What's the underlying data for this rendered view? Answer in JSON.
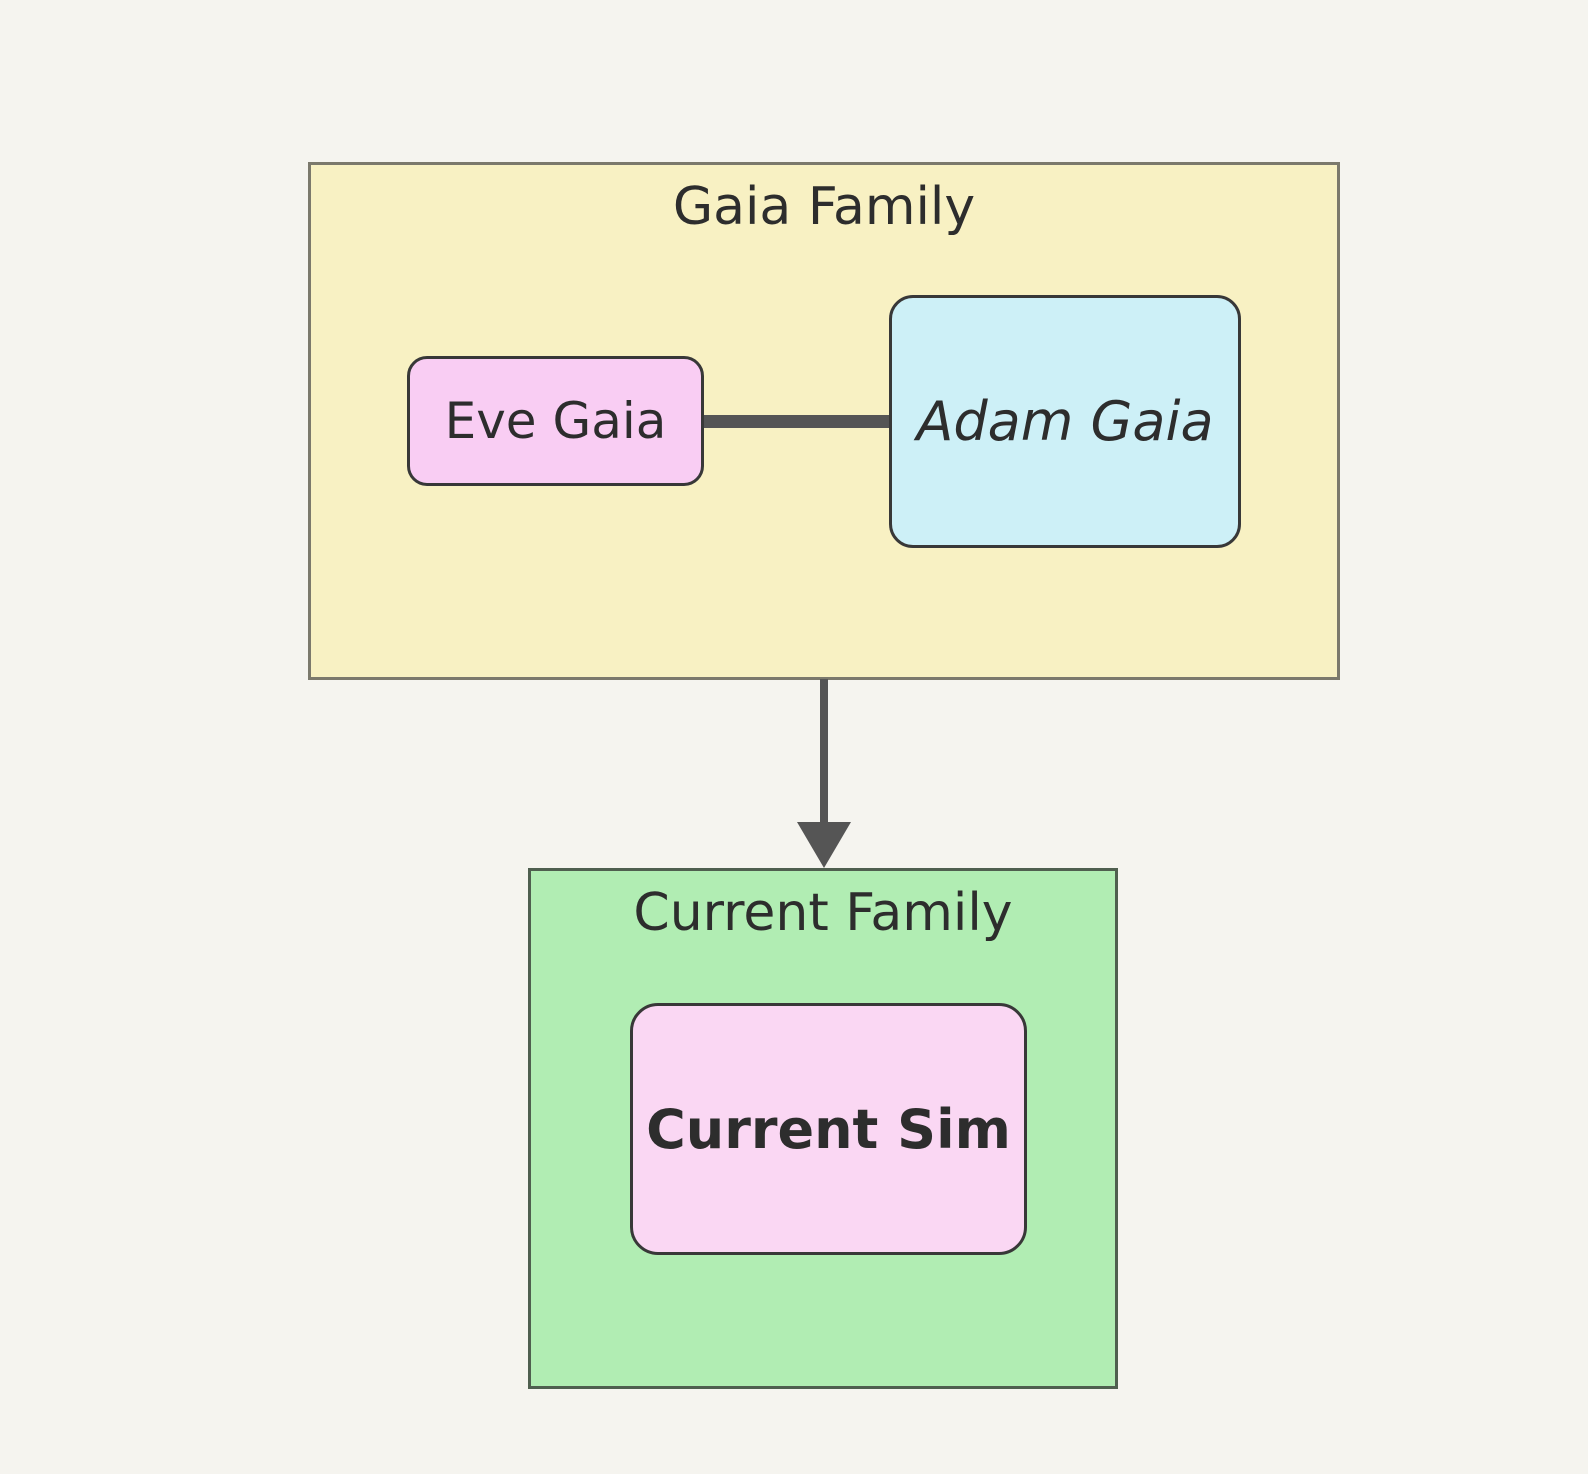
{
  "meta": {
    "diagram_type": "flowchart",
    "direction": "top-bottom",
    "background_color": "#F5F4EF",
    "edge_color": "#555555",
    "node_border_color": "#383838",
    "text_color": "#2D2D2D"
  },
  "clusters": [
    {
      "id": "gaia-family",
      "label": "Gaia Family",
      "fill": "#F8F1C3",
      "border": "#7B796C"
    },
    {
      "id": "current-family",
      "label": "Current Family",
      "fill": "#B1EDB3",
      "border": "#4F5F4F"
    }
  ],
  "nodes": [
    {
      "id": "eve",
      "label": "Eve Gaia",
      "cluster": "gaia-family",
      "fill": "#F9CDF3",
      "text_style": "normal"
    },
    {
      "id": "adam",
      "label": "Adam Gaia",
      "cluster": "gaia-family",
      "fill": "#CDF0F7",
      "text_style": "italic"
    },
    {
      "id": "current-sim",
      "label": "Current Sim",
      "cluster": "current-family",
      "fill": "#FAD7F3",
      "text_style": "bold"
    }
  ],
  "edges": [
    {
      "from": "eve",
      "to": "adam",
      "style": "thick",
      "arrowhead": "none",
      "color": "#555555"
    },
    {
      "from": "gaia-family",
      "to": "current-family",
      "style": "normal",
      "arrowhead": "triangle-down",
      "color": "#555555"
    }
  ]
}
